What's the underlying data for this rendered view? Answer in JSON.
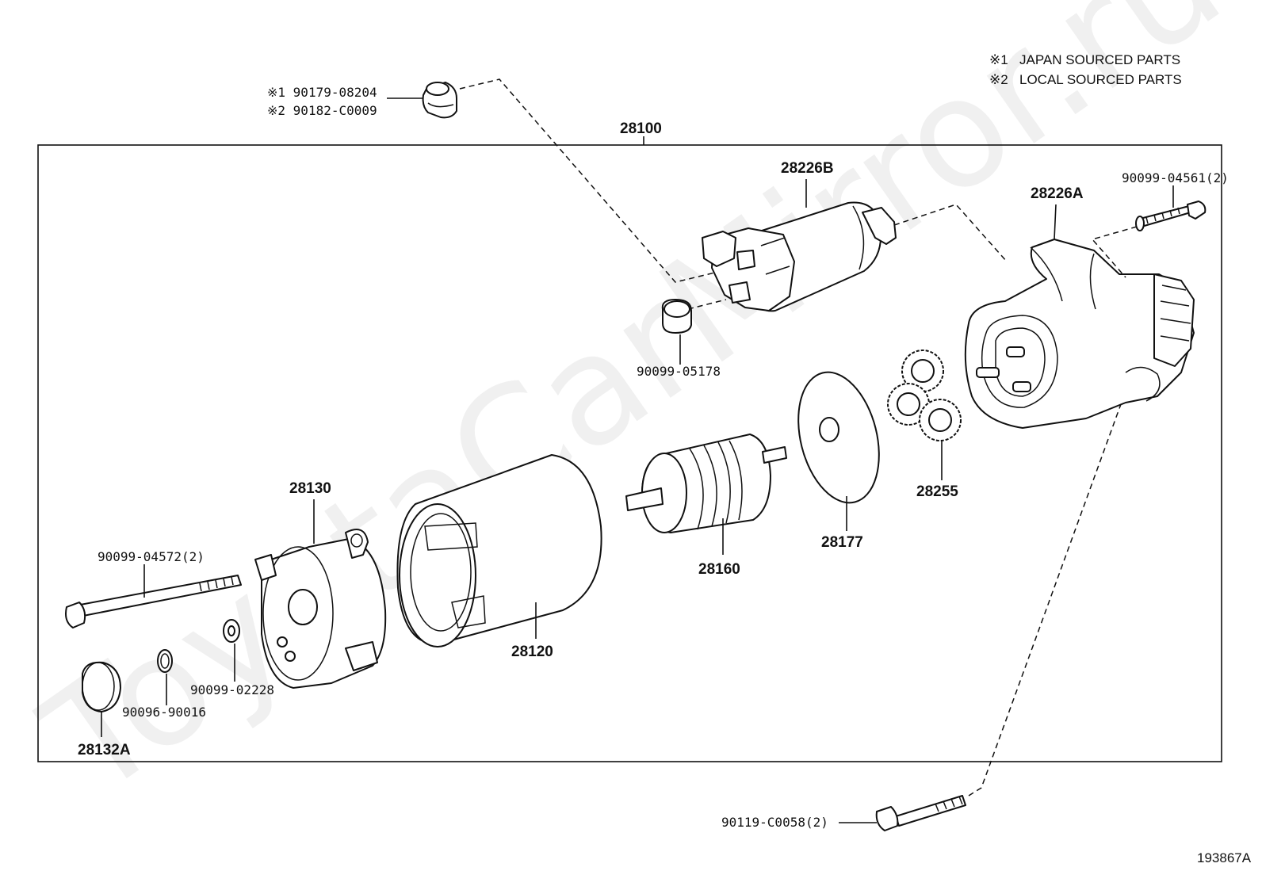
{
  "watermark": "ToyotaCarMirror.ru",
  "legend": {
    "note1_mark": "※1",
    "note1_text": "JAPAN SOURCED PARTS",
    "note2_mark": "※2",
    "note2_text": "LOCAL SOURCED PARTS"
  },
  "assembly_label": "28100",
  "diagram_id": "193867A",
  "callouts": {
    "bolt_top_japan": "※1 90179-08204",
    "bolt_top_local": "※2 90182-C0009",
    "solenoid": "28226B",
    "housing": "28226A",
    "screw_housing": "90099-04561(2)",
    "nut_solenoid": "90099-05178",
    "gears": "28255",
    "plate": "28177",
    "armature": "28160",
    "end_frame": "28130",
    "yoke": "28120",
    "through_bolt": "90099-04572(2)",
    "washer": "90099-02228",
    "ring": "90096-90016",
    "cap": "28132A",
    "bolt_bottom": "90119-C0058(2)"
  }
}
